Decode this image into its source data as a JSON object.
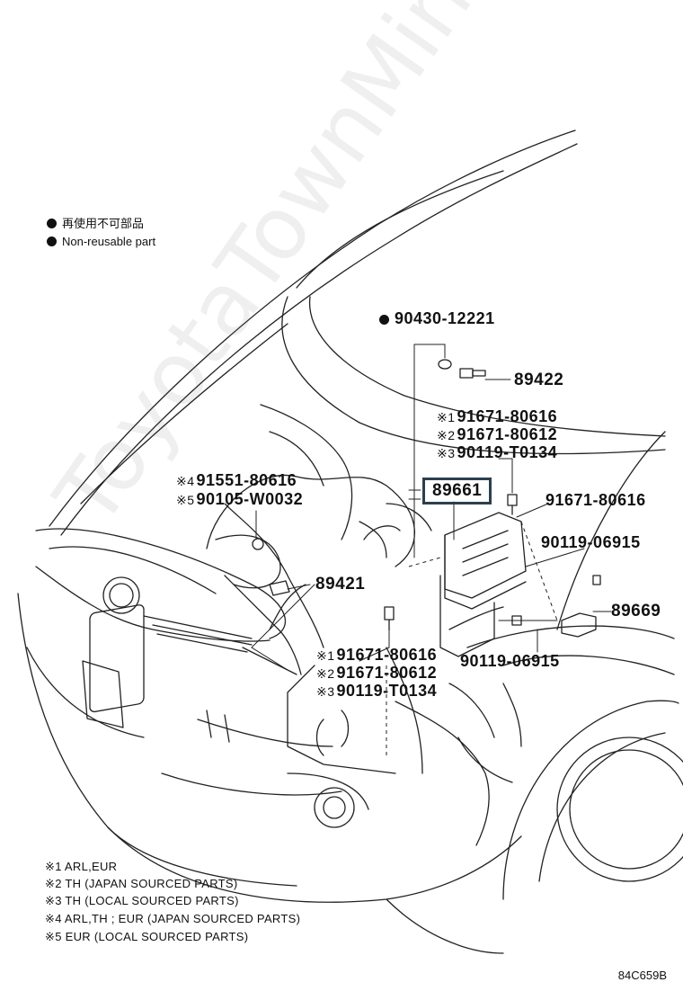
{
  "legend": [
    {
      "text": "再使用不可部品"
    },
    {
      "text": "Non-reusable part"
    }
  ],
  "parts": {
    "p90430": {
      "num": "90430-12221"
    },
    "p89422": {
      "num": "89422"
    },
    "c1a": {
      "mark": "※1",
      "num": "91671-80616"
    },
    "c2a": {
      "mark": "※2",
      "num": "91671-80612"
    },
    "c3a": {
      "mark": "※3",
      "num": "90119-T0134"
    },
    "c4": {
      "mark": "※4",
      "num": "91551-80616"
    },
    "c5": {
      "mark": "※5",
      "num": "90105-W0032"
    },
    "p89661": {
      "num": "89661"
    },
    "p91671r": {
      "num": "91671-80616"
    },
    "p90119r": {
      "num": "90119-06915"
    },
    "p89421": {
      "num": "89421"
    },
    "p89669": {
      "num": "89669"
    },
    "p90119b": {
      "num": "90119-06915"
    },
    "c1b": {
      "mark": "※1",
      "num": "91671-80616"
    },
    "c2b": {
      "mark": "※2",
      "num": "91671-80612"
    },
    "c3b": {
      "mark": "※3",
      "num": "90119-T0134"
    }
  },
  "footnotes": [
    "※1 ARL,EUR",
    "※2 TH (JAPAN SOURCED PARTS)",
    "※3 TH (LOCAL SOURCED PARTS)",
    "※4 ARL,TH  ;  EUR (JAPAN SOURCED PARTS)",
    "※5 EUR (LOCAL SOURCED PARTS)"
  ],
  "diagram_code": "84C659B",
  "watermark": "ToyotaTownMine.ru"
}
